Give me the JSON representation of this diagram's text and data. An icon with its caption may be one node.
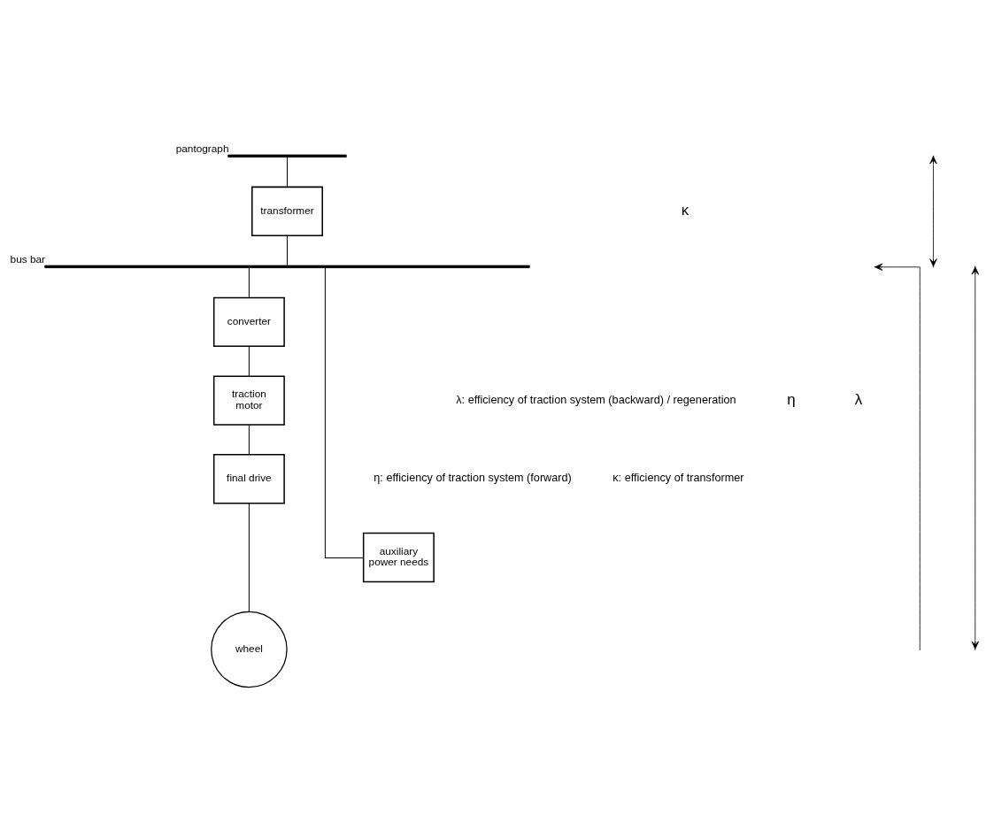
{
  "diagram": {
    "nodes": [
      {
        "text": [],
        "shape": "bar",
        "beside": [
          "pantograph"
        ]
      },
      {
        "text": [
          "transformer"
        ]
      },
      {
        "text": [],
        "shape": "bar",
        "beside": [
          "bus bar"
        ]
      },
      {
        "text": [
          "converter"
        ]
      },
      {
        "text": [
          "auxiliary power needs"
        ]
      },
      {
        "text": [
          "traction motor"
        ]
      },
      {
        "text": [
          "final drive"
        ]
      },
      {
        "text": [
          "wheel"
        ]
      }
    ],
    "edges": [
      {
        "from": 0,
        "to": 1,
        "arrow": "none"
      },
      {
        "from": 1,
        "to": 2,
        "arrow": "none"
      },
      {
        "from": 2,
        "to": 3,
        "arrow": "none"
      },
      {
        "from": 2,
        "to": 4,
        "arrow": "none"
      },
      {
        "from": 3,
        "to": 5,
        "arrow": "none"
      },
      {
        "from": 5,
        "to": 6,
        "arrow": "none"
      },
      {
        "from": 6,
        "to": 7,
        "arrow": "none"
      }
    ],
    "labels": [
      "κ",
      "λ",
      "η",
      "η: efficiency of traction system (forward)",
      "λ: efficiency of traction system (backward) / regeneration",
      "κ: efficiency of transformer"
    ]
  }
}
